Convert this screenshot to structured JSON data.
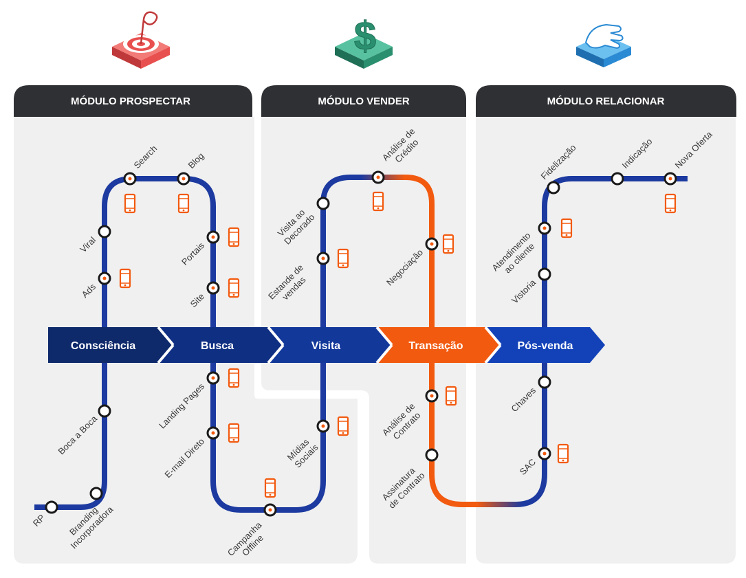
{
  "modules": [
    {
      "title": "MÓDULO PROSPECTAR",
      "icon": "target-icon"
    },
    {
      "title": "MÓDULO VENDER",
      "icon": "dollar-icon"
    },
    {
      "title": "MÓDULO RELACIONAR",
      "icon": "handshake-icon"
    }
  ],
  "stages": [
    "Consciência",
    "Busca",
    "Visita",
    "Transação",
    "Pós-venda"
  ],
  "colors": {
    "navy": "#0e2a6b",
    "line_blue": "#1c3aa0",
    "orange": "#f25a0f",
    "panel": "#f0f0f0",
    "header": "#2f3033",
    "target_red": "#e8504f",
    "dollar_green": "#2a8f6e",
    "hand_blue": "#2a8ad4"
  },
  "stations": {
    "rp": "RP",
    "branding": [
      "Branding",
      "Incorporadora"
    ],
    "boca": "Boca a Boca",
    "ads": "Ads",
    "viral": "Viral",
    "search": "Search",
    "blog": "Blog",
    "portais": "Portais",
    "site": "Site",
    "landing": "Landing Pages",
    "email": "E-mail Direto",
    "campanha": [
      "Campanha",
      "Offline"
    ],
    "midias": [
      "Mídias",
      "Sociais"
    ],
    "estande": [
      "Estande de",
      "vendas"
    ],
    "visita": [
      "Visita ao",
      "Decorado"
    ],
    "analise_credito": [
      "Análise de",
      "Crédito"
    ],
    "negociacao": "Negociação",
    "analise_contrato": [
      "Análise de",
      "Contrato"
    ],
    "assinatura": [
      "Assinatura",
      "de Contrato"
    ],
    "sac": "SAC",
    "chaves": "Chaves",
    "vistoria": "Vistoria",
    "atendimento": [
      "Atendimento",
      "ao cliente"
    ],
    "fidelizacao": "Fidelização",
    "indicacao": "Indicação",
    "nova_oferta": "Nova Oferta"
  }
}
